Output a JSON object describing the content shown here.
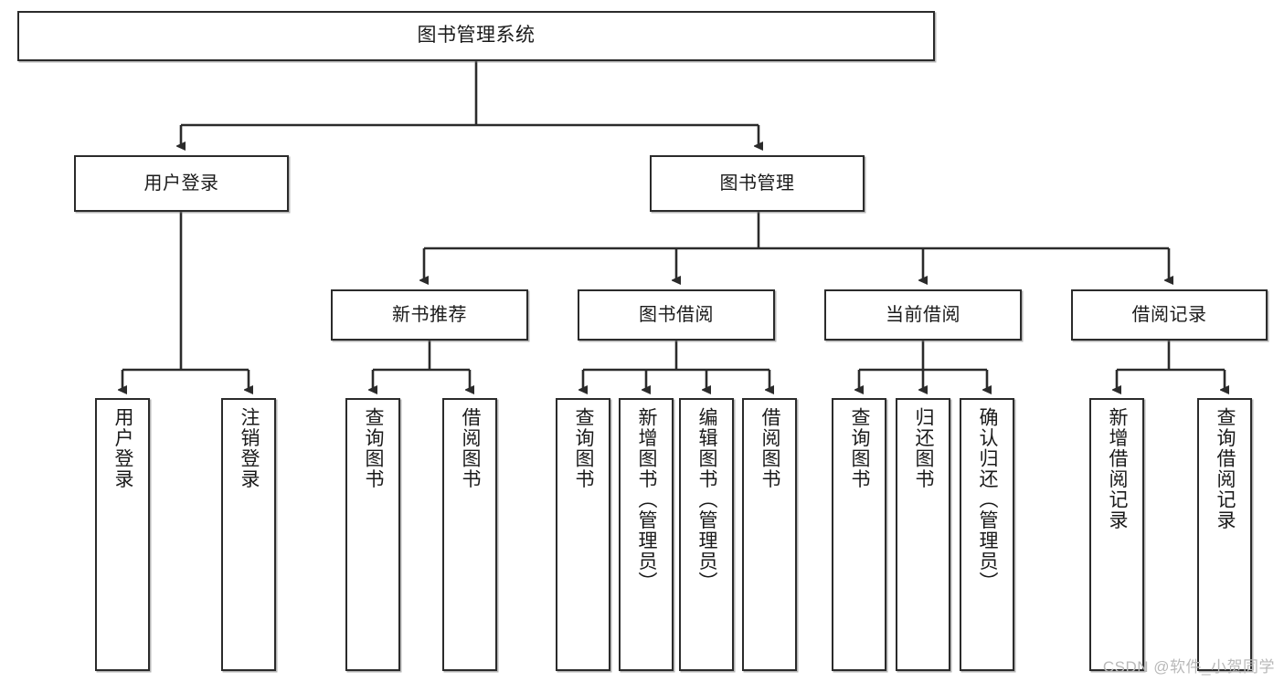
{
  "diagram": {
    "type": "tree",
    "title": "图书管理系统",
    "root": {
      "label": "图书管理系统"
    },
    "level2": [
      {
        "label": "用户登录"
      },
      {
        "label": "图书管理"
      }
    ],
    "level3": [
      {
        "label": "新书推荐"
      },
      {
        "label": "图书借阅"
      },
      {
        "label": "当前借阅"
      },
      {
        "label": "借阅记录"
      }
    ],
    "leaves": {
      "user_login": [
        {
          "label": "用户登录"
        },
        {
          "label": "注销登录"
        }
      ],
      "new_book_recommend": [
        {
          "label": "查询图书"
        },
        {
          "label": "借阅图书"
        }
      ],
      "book_borrow": [
        {
          "label": "查询图书"
        },
        {
          "label": "新增图书（管理员）"
        },
        {
          "label": "编辑图书（管理员）"
        },
        {
          "label": "借阅图书"
        }
      ],
      "current_borrow": [
        {
          "label": "查询图书"
        },
        {
          "label": "归还图书"
        },
        {
          "label": "确认归还（管理员）"
        }
      ],
      "borrow_record": [
        {
          "label": "新增借阅记录"
        },
        {
          "label": "查询借阅记录"
        }
      ]
    }
  },
  "watermark": {
    "text": "CSDN @软件_小贺同学"
  },
  "colors": {
    "border": "#2b2b2b",
    "text": "#1a1a1a",
    "background": "#ffffff",
    "connector": "#2b2b2b",
    "watermark": "#b9b9b9"
  }
}
